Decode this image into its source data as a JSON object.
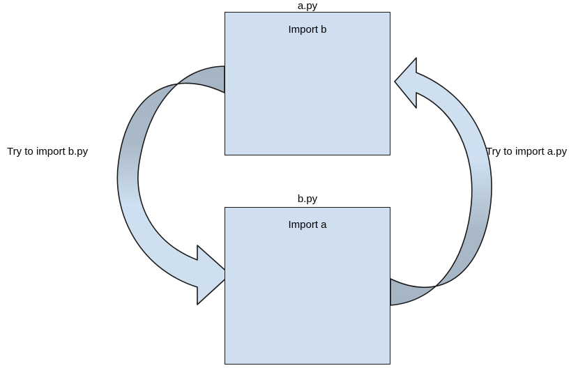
{
  "diagram": {
    "type": "circular-import-cycle",
    "title_visible": false,
    "colors": {
      "box_fill": "#cfdff0",
      "box_stroke": "#1a1a1a",
      "arrow_light_fill": "#cfdff0",
      "arrow_dark_fill": "#a5b5c4",
      "arrow_stroke": "#1a1a1a",
      "background": "#ffffff",
      "text": "#000000"
    },
    "nodes": [
      {
        "id": "a",
        "title": "a.py",
        "body": "Import b"
      },
      {
        "id": "b",
        "title": "b.py",
        "body": "Import a"
      }
    ],
    "edges": [
      {
        "id": "a-to-b",
        "label": "Try to import b.py",
        "from": "a",
        "to": "b",
        "side": "left",
        "direction": "down"
      },
      {
        "id": "b-to-a",
        "label": "Try to import a.py",
        "from": "b",
        "to": "a",
        "side": "right",
        "direction": "up"
      }
    ]
  }
}
